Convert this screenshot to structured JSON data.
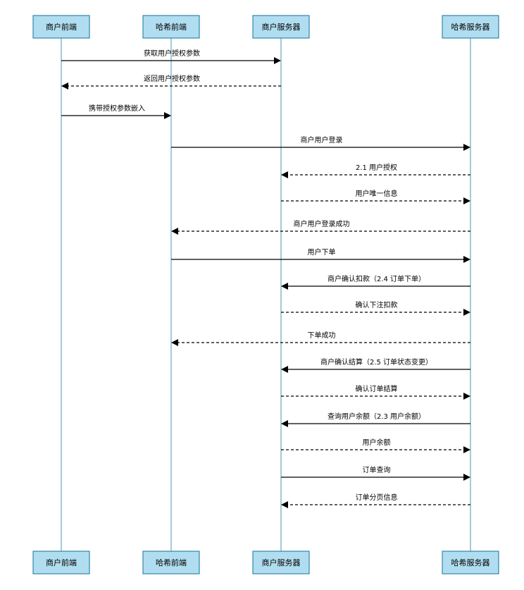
{
  "actors": [
    {
      "id": "merchant-frontend",
      "label": "商户前端"
    },
    {
      "id": "haxi-frontend",
      "label": "哈希前端"
    },
    {
      "id": "merchant-server",
      "label": "商户服务器"
    },
    {
      "id": "haxi-server",
      "label": "哈希服务器"
    }
  ],
  "messages": [
    {
      "from": "merchant-frontend",
      "to": "merchant-server",
      "label": "获取用户授权参数",
      "style": "solid"
    },
    {
      "from": "merchant-server",
      "to": "merchant-frontend",
      "label": "返回用户授权参数",
      "style": "dashed"
    },
    {
      "from": "merchant-frontend",
      "to": "haxi-frontend",
      "label": "携带授权参数嵌入",
      "style": "solid"
    },
    {
      "from": "haxi-frontend",
      "to": "haxi-server",
      "label": "商户用户登录",
      "style": "solid"
    },
    {
      "from": "haxi-server",
      "to": "merchant-server",
      "label": "2.1 用户授权",
      "style": "dashed"
    },
    {
      "from": "merchant-server",
      "to": "haxi-server",
      "label": "用户唯一信息",
      "style": "dashed"
    },
    {
      "from": "haxi-server",
      "to": "haxi-frontend",
      "label": "商户用户登录成功",
      "style": "dashed"
    },
    {
      "from": "haxi-frontend",
      "to": "haxi-server",
      "label": "用户下单",
      "style": "solid"
    },
    {
      "from": "haxi-server",
      "to": "merchant-server",
      "label": "商户确认扣款（2.4 订单下单）",
      "style": "solid"
    },
    {
      "from": "merchant-server",
      "to": "haxi-server",
      "label": "确认下注扣款",
      "style": "dashed"
    },
    {
      "from": "haxi-server",
      "to": "haxi-frontend",
      "label": "下单成功",
      "style": "dashed"
    },
    {
      "from": "haxi-server",
      "to": "merchant-server",
      "label": "商户确认结算（2.5 订单状态变更）",
      "style": "solid"
    },
    {
      "from": "merchant-server",
      "to": "haxi-server",
      "label": "确认订单结算",
      "style": "dashed"
    },
    {
      "from": "haxi-server",
      "to": "merchant-server",
      "label": "查询用户余额（2.3 用户余额）",
      "style": "solid"
    },
    {
      "from": "merchant-server",
      "to": "haxi-server",
      "label": "用户余额",
      "style": "dashed"
    },
    {
      "from": "merchant-server",
      "to": "haxi-server",
      "label": "订单查询",
      "style": "solid"
    },
    {
      "from": "haxi-server",
      "to": "merchant-server",
      "label": "订单分页信息",
      "style": "dashed"
    }
  ],
  "colors": {
    "actor_fill": "#b1ddf0",
    "actor_border": "#10739e",
    "lifeline": "#10739e",
    "arrow": "#000000"
  }
}
